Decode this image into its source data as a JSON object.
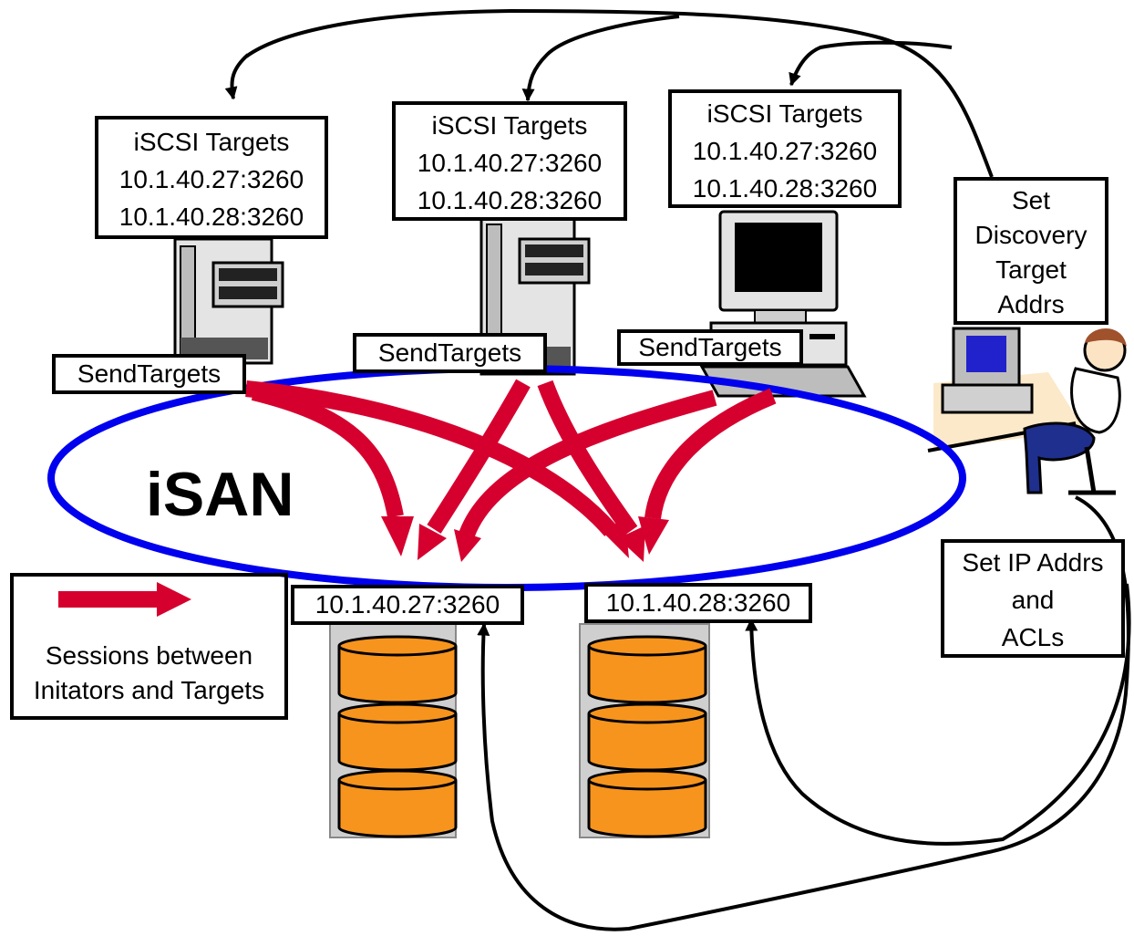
{
  "hosts": [
    {
      "targets_title": "iSCSI Targets",
      "addr1": "10.1.40.27:3260",
      "addr2": "10.1.40.28:3260",
      "send_label": "SendTargets"
    },
    {
      "targets_title": "iSCSI Targets",
      "addr1": "10.1.40.27:3260",
      "addr2": "10.1.40.28:3260",
      "send_label": "SendTargets"
    },
    {
      "targets_title": "iSCSI Targets",
      "addr1": "10.1.40.27:3260",
      "addr2": "10.1.40.28:3260",
      "send_label": "SendTargets"
    }
  ],
  "network_label": "iSAN",
  "storage": [
    {
      "address": "10.1.40.27:3260"
    },
    {
      "address": "10.1.40.28:3260"
    }
  ],
  "admin": {
    "discovery_lines": [
      "Set",
      "Discovery",
      "Target",
      "Addrs"
    ],
    "ip_lines": [
      "Set IP Addrs",
      "and",
      "ACLs"
    ]
  },
  "legend": {
    "lines": [
      "Sessions between",
      "Initators and Targets"
    ],
    "arrow_color": "#d6002f"
  },
  "colors": {
    "ring": "#0000ee",
    "session": "#d6002f",
    "disk": "#f7941d",
    "server_body": "#e4e4e4"
  }
}
